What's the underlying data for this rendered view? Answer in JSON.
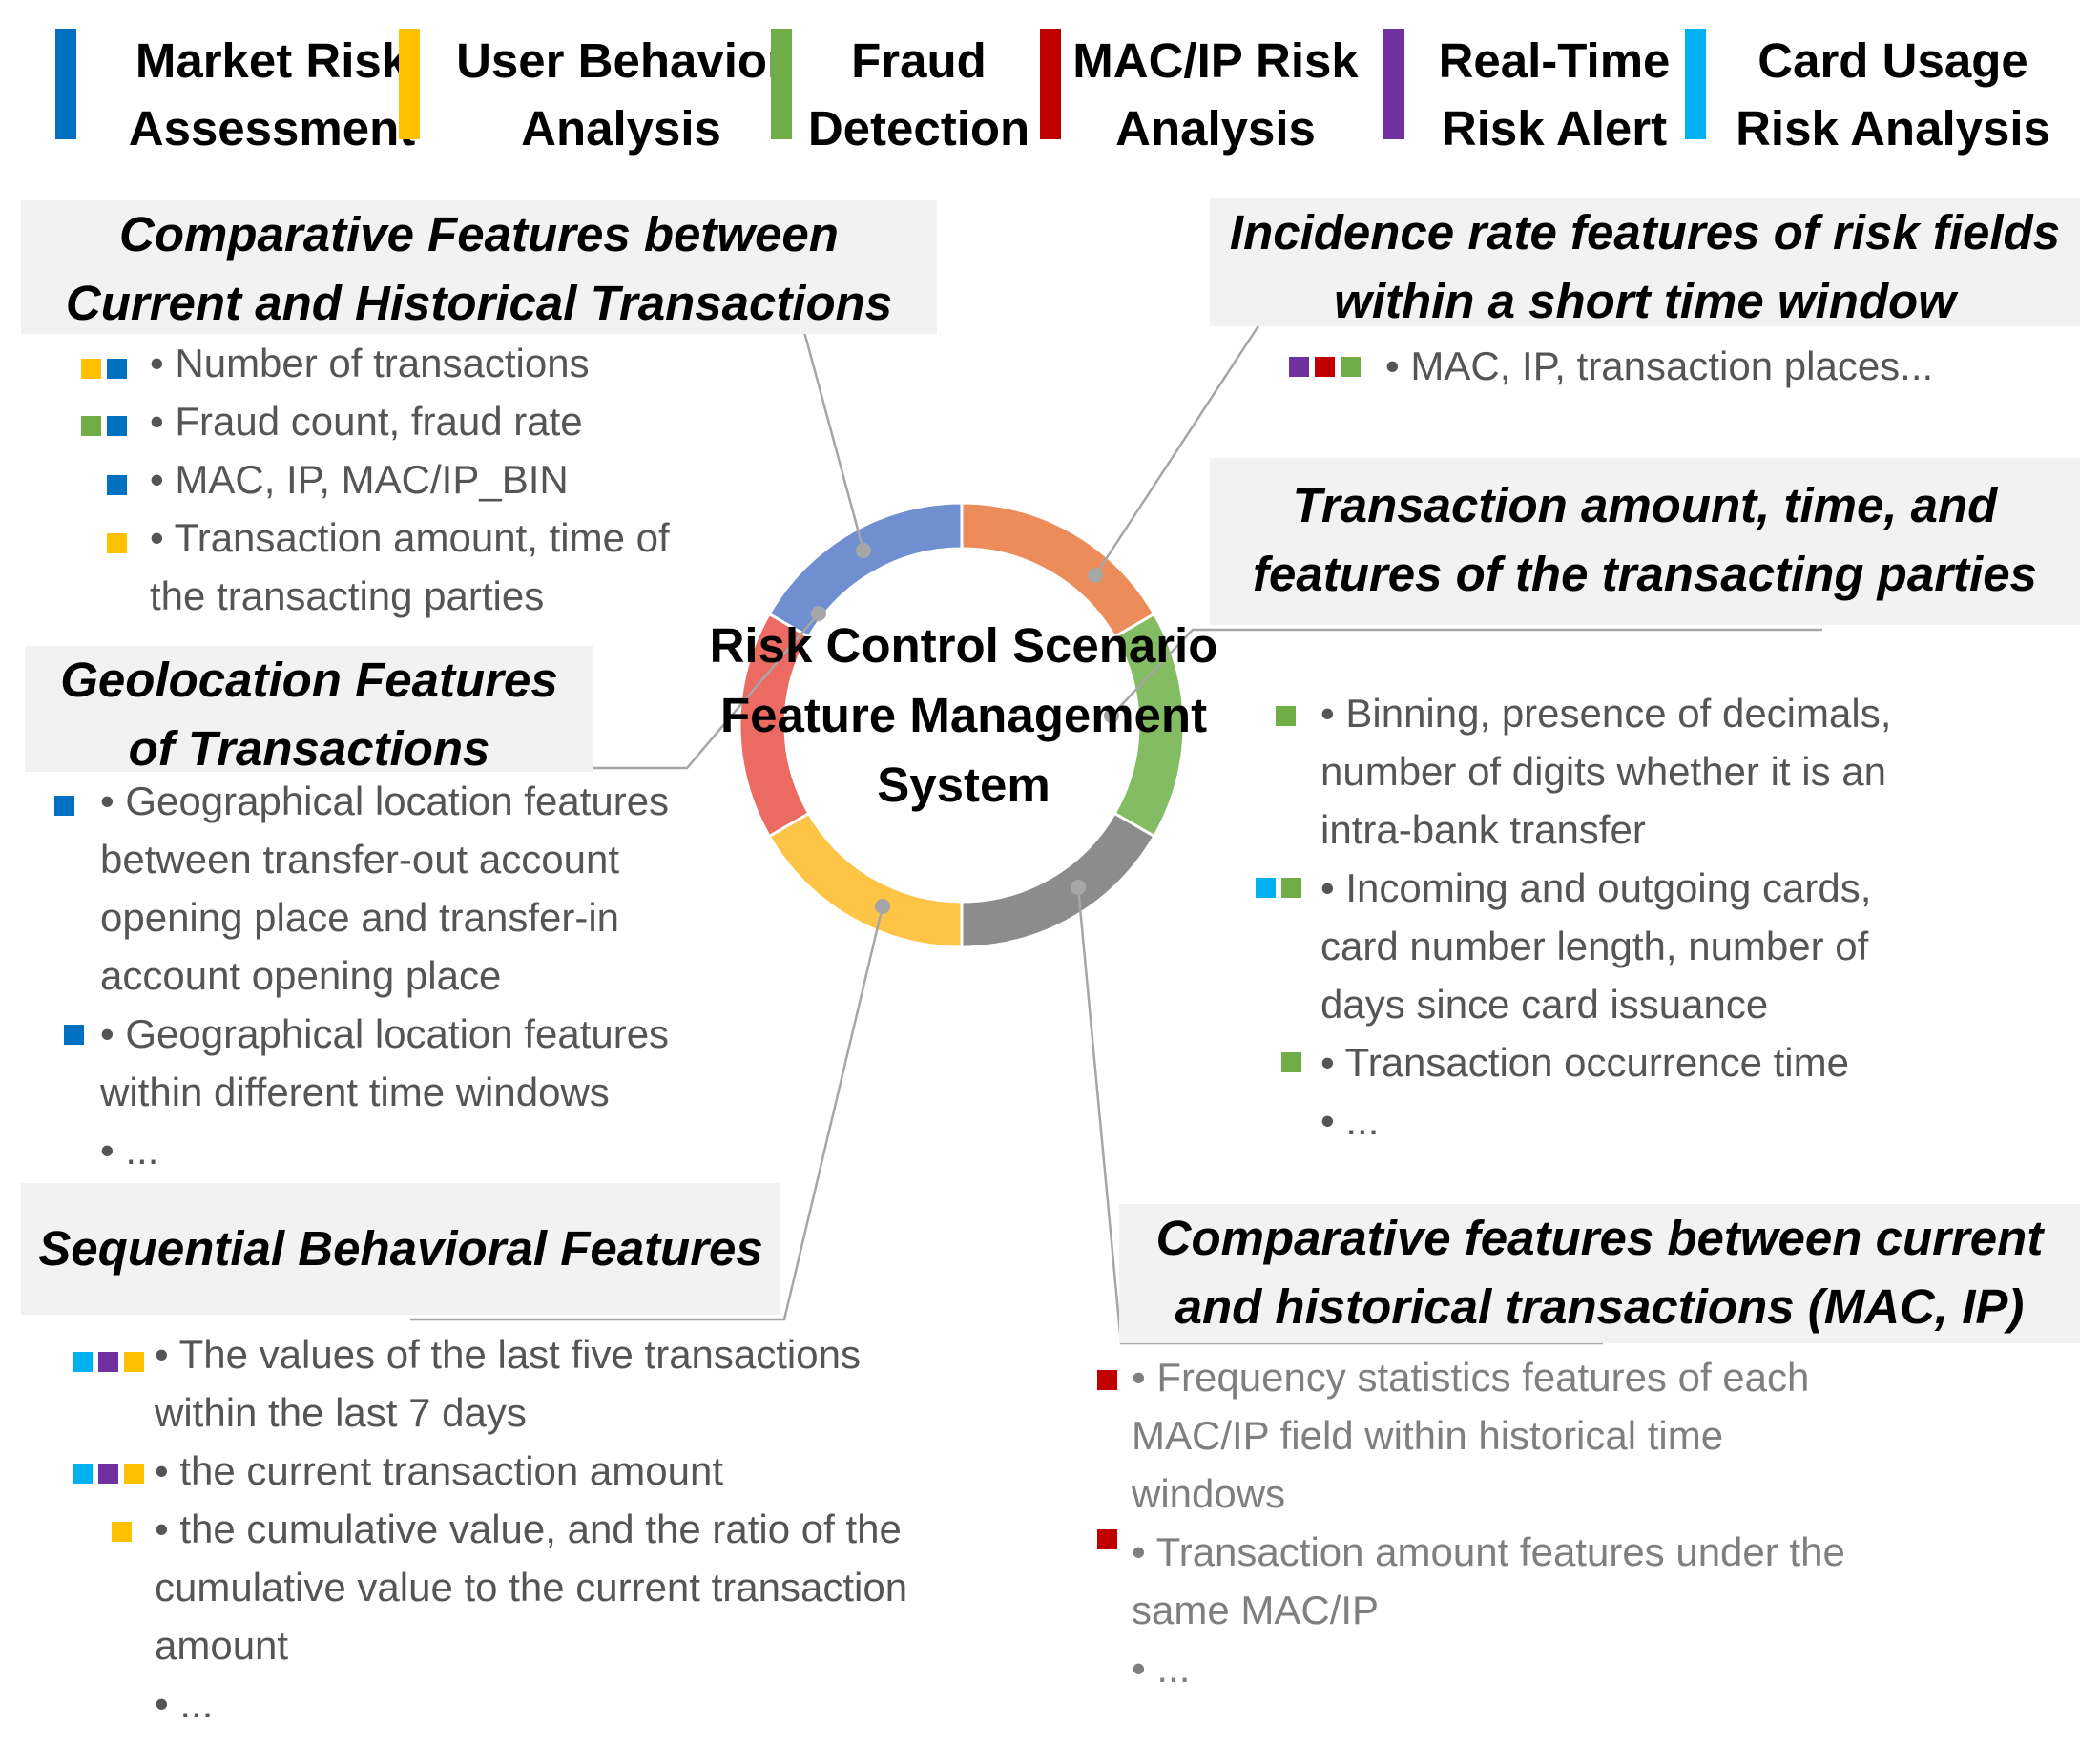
{
  "legend": [
    {
      "label": "Market Risk\nAssessment",
      "color": "#0070c0"
    },
    {
      "label": "User Behavior\nAnalysis",
      "color": "#ffc000"
    },
    {
      "label": "Fraud\nDetection",
      "color": "#70ad47"
    },
    {
      "label": "MAC/IP Risk\nAnalysis",
      "color": "#c00000"
    },
    {
      "label": "Real-Time\nRisk Alert",
      "color": "#7030a0"
    },
    {
      "label": "Card Usage\nRisk Analysis",
      "color": "#00b0f0"
    }
  ],
  "center_title": "Risk Control Scenario\nFeature Management\nSystem",
  "ring_colors": [
    "#ed8c5b",
    "#83bc62",
    "#8c8c8c",
    "#fdc446",
    "#eb6a61",
    "#6f8fd0"
  ],
  "panels": {
    "historical": {
      "title": "Comparative Features between\nCurrent and Historical Transactions",
      "items": [
        {
          "text": "• Number of transactions",
          "tags": [
            "user",
            "market"
          ]
        },
        {
          "text": "• Fraud count, fraud rate",
          "tags": [
            "fraud",
            "market"
          ]
        },
        {
          "text": "• MAC, IP, MAC/IP_BIN",
          "tags": [
            "market"
          ]
        },
        {
          "text": "• Transaction amount, time of\nthe transacting parties",
          "tags": [
            "user"
          ]
        }
      ]
    },
    "geo": {
      "title": "Geolocation Features\nof Transactions",
      "items": [
        {
          "text": "• Geographical location features\nbetween transfer-out account\nopening place and transfer-in\naccount opening place",
          "tags": [
            "market"
          ]
        },
        {
          "text": "• Geographical location features\nwithin different time windows",
          "tags": [
            "market"
          ]
        },
        {
          "text": "• ...",
          "tags": []
        }
      ]
    },
    "sequential": {
      "title": "Sequential Behavioral Features",
      "items": [
        {
          "text": "• The values of the last five transactions\nwithin the last 7 days",
          "tags": [
            "card",
            "realtime",
            "user"
          ]
        },
        {
          "text": "• the current transaction amount",
          "tags": [
            "card",
            "realtime",
            "user"
          ]
        },
        {
          "text": "• the cumulative value, and the ratio of the\ncumulative value to the current transaction\namount",
          "tags": [
            "user"
          ]
        },
        {
          "text": "• ...",
          "tags": []
        }
      ]
    },
    "incidence": {
      "title": "Incidence rate features of risk fields\nwithin a short time window",
      "items": [
        {
          "text": "• MAC, IP, transaction places...",
          "tags": [
            "realtime",
            "macip",
            "fraud"
          ]
        }
      ]
    },
    "amount": {
      "title": "Transaction amount, time, and\nfeatures of the transacting parties",
      "items": [
        {
          "text": "• Binning, presence of decimals,\nnumber of digits whether it is an\nintra-bank transfer",
          "tags": [
            "fraud"
          ]
        },
        {
          "text": "• Incoming and outgoing cards,\ncard number length, number of\ndays since card issuance",
          "tags": [
            "card",
            "fraud"
          ]
        },
        {
          "text": "• Transaction occurrence time",
          "tags": [
            "fraud"
          ]
        },
        {
          "text": "• ...",
          "tags": []
        }
      ]
    },
    "macip": {
      "title": "Comparative features between current\nand historical transactions (MAC, IP)",
      "items": [
        {
          "text": "• Frequency statistics features of each\nMAC/IP field within historical time\nwindows",
          "tags": [
            "macip"
          ]
        },
        {
          "text": "• Transaction amount features under the\nsame MAC/IP",
          "tags": [
            "macip"
          ]
        },
        {
          "text": "• ...",
          "tags": []
        }
      ]
    }
  },
  "tag_colors": {
    "market": "#0070c0",
    "user": "#ffc000",
    "fraud": "#70ad47",
    "macip": "#c00000",
    "realtime": "#7030a0",
    "card": "#00b0f0"
  }
}
